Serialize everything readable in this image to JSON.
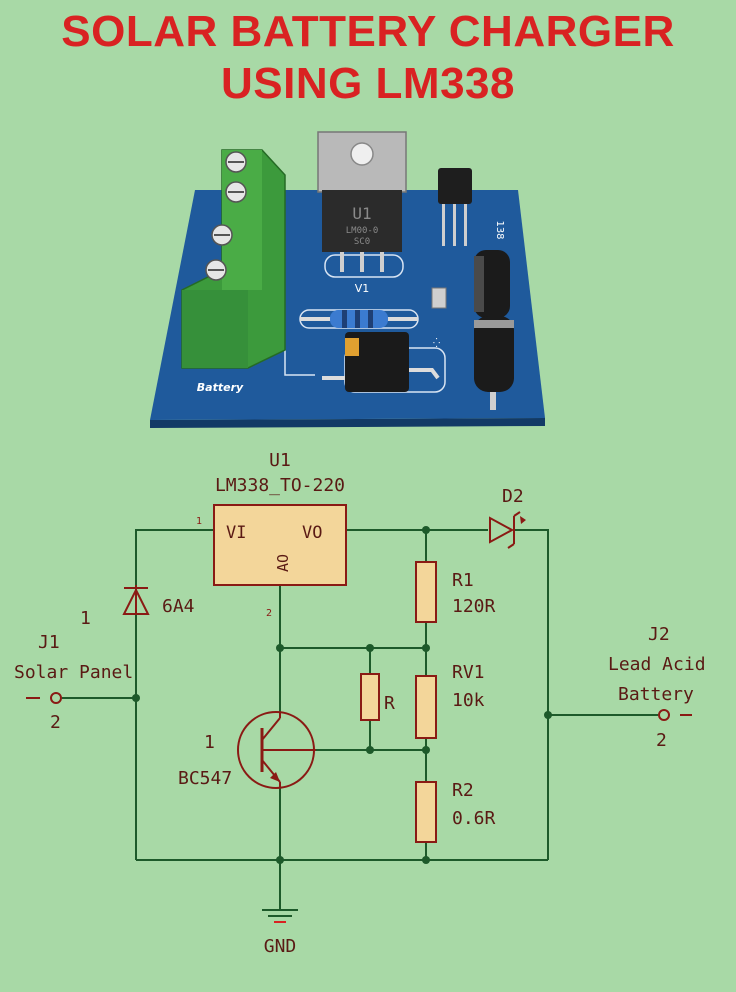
{
  "title": {
    "line1": "SOLAR BATTERY CHARGER",
    "line2": "USING LM338"
  },
  "board": {
    "regulator_label": "U1",
    "regulator_part": "LM00-0",
    "regulator_sub": "SC0",
    "net_label": "V1",
    "side_code": "138",
    "battery_label": "Battery"
  },
  "schematic": {
    "u1": {
      "ref": "U1",
      "value": "LM338_TO-220",
      "pin_vi": "VI",
      "pin_vo": "VO",
      "pin_adj": "AO",
      "pin1": "1",
      "pin2": "2"
    },
    "diode_in": {
      "value": "6A4",
      "pin": "1"
    },
    "j1": {
      "ref": "J1",
      "name": "Solar Panel",
      "pin": "2",
      "sign": "-"
    },
    "j2": {
      "ref": "J2",
      "name_line1": "Lead Acid",
      "name_line2": "Battery",
      "pin": "2",
      "sign": "-"
    },
    "d2": {
      "ref": "D2"
    },
    "r1": {
      "ref": "R1",
      "value": "120R"
    },
    "rv1": {
      "ref": "RV1",
      "value": "10k"
    },
    "r2": {
      "ref": "R2",
      "value": "0.6R"
    },
    "r": {
      "ref": "R"
    },
    "q1": {
      "ref": "BC547",
      "pin": "1"
    },
    "gnd": {
      "label": "GND"
    }
  },
  "colors": {
    "background": "#a8d9a6",
    "title": "#d92222",
    "pcb": "#1f5a9c",
    "terminal": "#3c9a3c",
    "wire": "#1d5a2a",
    "component_outline": "#8a1a14",
    "ic_fill": "#f3d69a"
  }
}
